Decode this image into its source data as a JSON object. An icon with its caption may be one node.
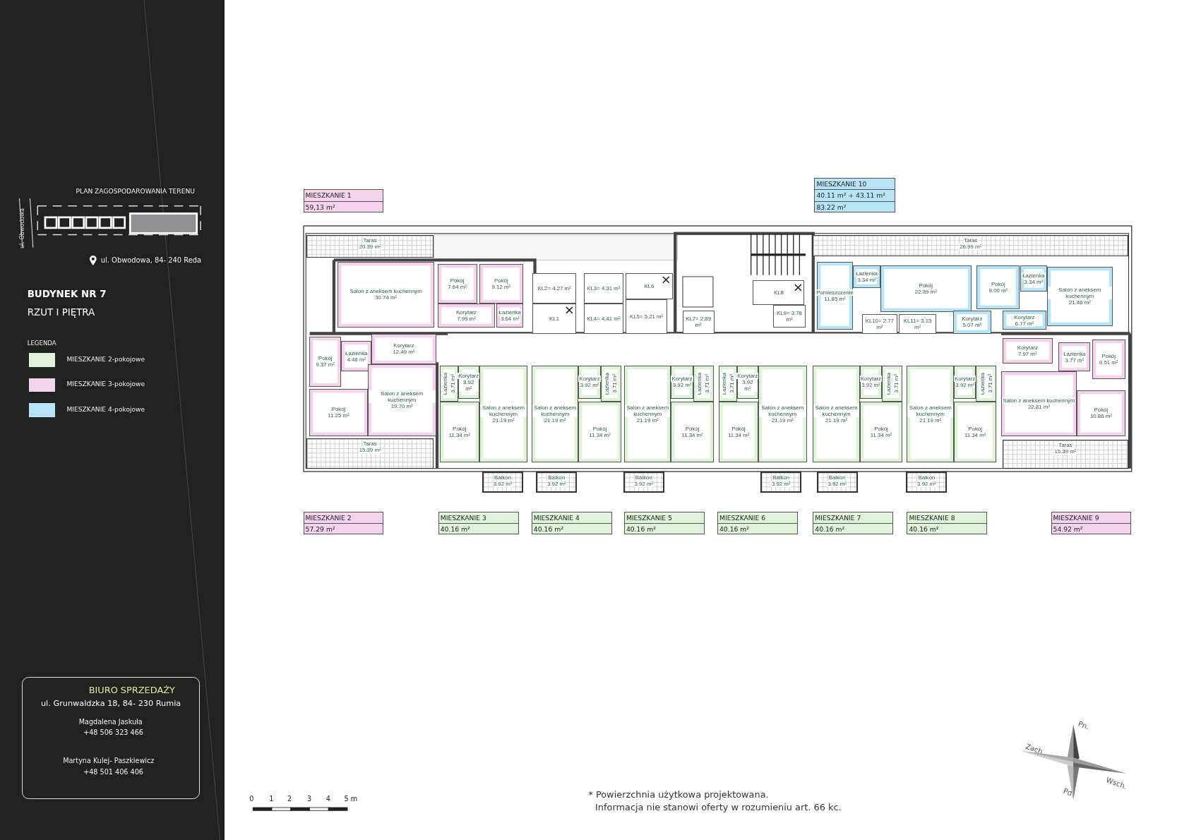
{
  "diagram": {
    "nodes": [
      {
        "text": [
          "MIESZKANIE 1",
          "59,13 m²"
        ]
      },
      {
        "text": [
          "MIESZKANIE 10",
          "40.11 m² + 43.11 m²",
          "83.22 m²"
        ]
      },
      {
        "text": [
          "Taras",
          "20.39 m²"
        ]
      },
      {
        "text": [
          "Taras",
          "26.99 m²"
        ]
      },
      {
        "text": [
          "Salon z aneksem kuchennym",
          "30.74 m²"
        ]
      },
      {
        "text": [
          "Pokój",
          "7.64 m²"
        ]
      },
      {
        "text": [
          "Pokój",
          "9.12 m²"
        ]
      },
      {
        "text": [
          "Korytarz",
          "7.99 m²"
        ]
      },
      {
        "text": [
          "Łazienka",
          "3.64 m²"
        ]
      },
      {
        "text": [
          "KL2= 4.27 m²"
        ]
      },
      {
        "text": [
          "KL1"
        ]
      },
      {
        "text": [
          "KL3= 4.31 m²"
        ]
      },
      {
        "text": [
          "KL4= 4.41 m²"
        ]
      },
      {
        "text": [
          "KL6"
        ]
      },
      {
        "text": [
          "KL5= 5.21 m²"
        ]
      },
      {
        "text": [
          "KL7= 2.69 m²"
        ]
      },
      {
        "text": [
          "KL8"
        ]
      },
      {
        "text": [
          "KL9= 3.78 m²"
        ]
      },
      {
        "text": [
          "Pomieszczenie",
          "11.85 m²"
        ]
      },
      {
        "text": [
          "Łazienka",
          "3.34 m²"
        ]
      },
      {
        "text": [
          "Pokój",
          "22.39 m²"
        ]
      },
      {
        "text": [
          "KL10= 2.77 m²"
        ]
      },
      {
        "text": [
          "KL11= 3.15 m²"
        ]
      },
      {
        "text": [
          "Pokój",
          "9.00 m²"
        ]
      },
      {
        "text": [
          "Łazienka",
          "3.34 m²"
        ]
      },
      {
        "text": [
          "Salon z aneksem kuchennym",
          "21.46 m²"
        ]
      },
      {
        "text": [
          "Korytarz",
          "5.07 m²"
        ]
      },
      {
        "text": [
          "Korytarz",
          "6.77 m²"
        ]
      },
      {
        "text": [
          "Pokój",
          "9.37 m²"
        ]
      },
      {
        "text": [
          "Łazienka",
          "4.48 m²"
        ]
      },
      {
        "text": [
          "Korytarz",
          "12.49 m²"
        ]
      },
      {
        "text": [
          "Korytarz",
          "7.97 m²"
        ]
      },
      {
        "text": [
          "Łazienka",
          "3.77 m²"
        ]
      },
      {
        "text": [
          "Pokój",
          "9.51 m²"
        ]
      },
      {
        "text": [
          "Łazienka",
          "3.71 m²"
        ]
      },
      {
        "text": [
          "Korytarz",
          "3.92 m²"
        ]
      },
      {
        "text": [
          "Pokój",
          "11.34 m²"
        ]
      },
      {
        "text": [
          "Salon z aneksem kuchennym",
          "21.19 m²"
        ]
      },
      {
        "text": [
          "Balkon",
          "3.92 m²"
        ]
      },
      {
        "text": [
          "Łazienka",
          "3.71 m²"
        ]
      },
      {
        "text": [
          "Korytarz",
          "3.92 m²"
        ]
      },
      {
        "text": [
          "Pokój",
          "11.34 m²"
        ]
      },
      {
        "text": [
          "Salon z aneksem kuchennym",
          "21.19 m²"
        ]
      },
      {
        "text": [
          "Balkon",
          "3.92 m²"
        ]
      },
      {
        "text": [
          "Łazienka",
          "3.71 m²"
        ]
      },
      {
        "text": [
          "Korytarz",
          "3.92 m²"
        ]
      },
      {
        "text": [
          "Pokój",
          "11.34 m²"
        ]
      },
      {
        "text": [
          "Salon z aneksem kuchennym",
          "21.19 m²"
        ]
      },
      {
        "text": [
          "Balkon",
          "3.92 m²"
        ]
      },
      {
        "text": [
          "Łazienka",
          "3.71 m²"
        ]
      },
      {
        "text": [
          "Korytarz",
          "3.92 m²"
        ]
      },
      {
        "text": [
          "Pokój",
          "11.34 m²"
        ]
      },
      {
        "text": [
          "Salon z aneksem kuchennym",
          "21.19 m²"
        ]
      },
      {
        "text": [
          "Balkon",
          "3.92 m²"
        ]
      },
      {
        "text": [
          "Łazienka",
          "3.71 m²"
        ]
      },
      {
        "text": [
          "Korytarz",
          "3.92 m²"
        ]
      },
      {
        "text": [
          "Pokój",
          "11.34 m²"
        ]
      },
      {
        "text": [
          "Salon z aneksem kuchennym",
          "21.19 m²"
        ]
      },
      {
        "text": [
          "Balkon",
          "3.92 m²"
        ]
      },
      {
        "text": [
          "Łazienka",
          "3.71 m²"
        ]
      },
      {
        "text": [
          "Korytarz",
          "3.92 m²"
        ]
      },
      {
        "text": [
          "Pokój",
          "11.34 m²"
        ]
      },
      {
        "text": [
          "Salon z aneksem kuchennym",
          "21.19 m²"
        ]
      },
      {
        "text": [
          "Balkon",
          "3.92 m²"
        ]
      },
      {
        "text": [
          "Pokój",
          "11.25 m²"
        ]
      },
      {
        "text": [
          "Salon z aneksem kuchennym",
          "19.70 m²"
        ]
      },
      {
        "text": [
          "Salon z aneksem kuchennym",
          "22.81 m²"
        ]
      },
      {
        "text": [
          "Pokój",
          "10.86 m²"
        ]
      },
      {
        "text": [
          "Taras",
          "15.39 m²"
        ]
      },
      {
        "text": [
          "Taras",
          "15.39 m²"
        ]
      },
      {
        "text": [
          "MIESZKANIE 2",
          "57.29 m²"
        ]
      },
      {
        "text": [
          "MIESZKANIE 3",
          "40.16 m²"
        ]
      },
      {
        "text": [
          "MIESZKANIE 4",
          "40.16 m²"
        ]
      },
      {
        "text": [
          "MIESZKANIE 5",
          "40.16 m²"
        ]
      },
      {
        "text": [
          "MIESZKANIE 6",
          "40.16 m²"
        ]
      },
      {
        "text": [
          "MIESZKANIE 7",
          "40.16 m²"
        ]
      },
      {
        "text": [
          "MIESZKANIE 8",
          "40.16 m²"
        ]
      },
      {
        "text": [
          "MIESZKANIE 9",
          "54.92 m²"
        ]
      }
    ],
    "labels": [
      "PLAN ZAGOSPODAROWANIA TERENU",
      "ul. Obwodowa",
      "ul. Obwodowa, 84- 240 Reda",
      "BUDYNEK NR 7",
      "RZUT I PIĘTRA",
      "LEGENDA",
      "BIURO SPRZEDAŻY",
      "ul. Grunwaldzka 18, 84- 230 Rumia",
      "Magdalena Jaskuła",
      "+48 506 323 466",
      "Martyna Kulej- Paszkiewicz",
      "+48 501 406 406",
      "0",
      "1",
      "2",
      "3",
      "4",
      "5 m",
      "* Powierzchnia użytkowa projektowana.",
      "Informacja nie stanowi oferty w rozumieniu art. 66 kc.",
      "Pn.",
      "Wsch.",
      "Pd.",
      "Zach."
    ],
    "legend": [
      {
        "text": "MIESZKANIE 2-pokojowe",
        "color": "#dff3d8"
      },
      {
        "text": "MIESZKANIE 3-pokojowe",
        "color": "#f4d3ec"
      },
      {
        "text": "MIESZKANIE 4-pokojowe",
        "color": "#b8e4f8"
      }
    ]
  }
}
